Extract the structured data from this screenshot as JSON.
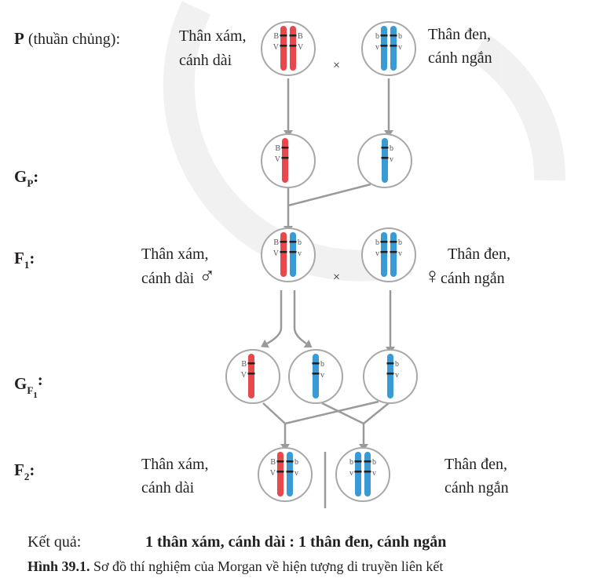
{
  "colors": {
    "dominant_chromosome": "#e8474b",
    "recessive_chromosome": "#3a9ad6",
    "line": "#9a9a9a",
    "text": "#231f20"
  },
  "genes": {
    "dominant": [
      "B",
      "V"
    ],
    "recessive": [
      "b",
      "v"
    ]
  },
  "cross_symbol": "×",
  "rows": {
    "p": {
      "label_main": "P",
      "label_rest": " (thuần chủng):",
      "left_line1": "Thân xám,",
      "left_line2": "cánh dài",
      "right_line1": "Thân đen,",
      "right_line2": "cánh ngắn"
    },
    "gp": {
      "label_main": "G",
      "label_sub": "P",
      "label_colon": ":"
    },
    "f1": {
      "label_main": "F",
      "label_sub": "1",
      "label_colon": ":",
      "left_line1": "Thân xám,",
      "left_line2": "cánh dài",
      "male_symbol": "♂",
      "right_line1": "Thân đen,",
      "right_line2": "cánh ngắn",
      "female_symbol": "♀"
    },
    "gf1": {
      "label_main": "G",
      "label_sub": "F",
      "label_subsub": "1",
      "label_colon": ":"
    },
    "f2": {
      "label_main": "F",
      "label_sub": "2",
      "label_colon": ":",
      "left_line1": "Thân xám,",
      "left_line2": "cánh dài",
      "right_line1": "Thân đen,",
      "right_line2": "cánh ngắn"
    }
  },
  "result": {
    "label": "Kết quả:",
    "value": "1 thân xám, cánh dài : 1 thân đen, cánh ngắn"
  },
  "caption": {
    "number": "Hình 39.1.",
    "text": " Sơ đồ thí nghiệm của Morgan về hiện tượng di truyền liên kết"
  }
}
